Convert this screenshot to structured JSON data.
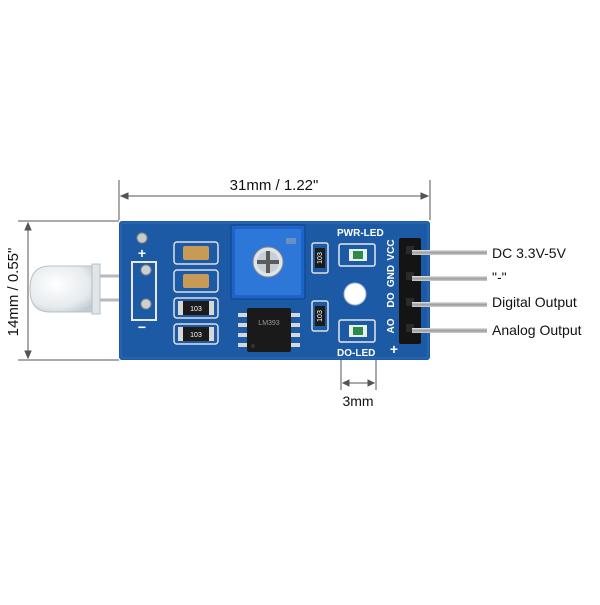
{
  "dimensions": {
    "width_label": "31mm / 1.22\"",
    "height_label": "14mm / 0.55\"",
    "spacing_label": "3mm"
  },
  "board": {
    "pcb_color": "#1d5aa6",
    "silkscreen": {
      "pwr_led": "PWR-LED",
      "do_led": "DO-LED",
      "pin_vcc": "VCC",
      "pin_gnd": "GND",
      "pin_do": "DO",
      "pin_ao": "AO",
      "plus": "+",
      "minus": "−",
      "chip": "LM393",
      "res_1": "103",
      "res_2": "103",
      "res_3": "103",
      "res_4": "103"
    }
  },
  "pins": [
    {
      "label": "DC 3.3V-5V"
    },
    {
      "label": "\"-\""
    },
    {
      "label": "Digital Output"
    },
    {
      "label": "Analog Output"
    }
  ]
}
